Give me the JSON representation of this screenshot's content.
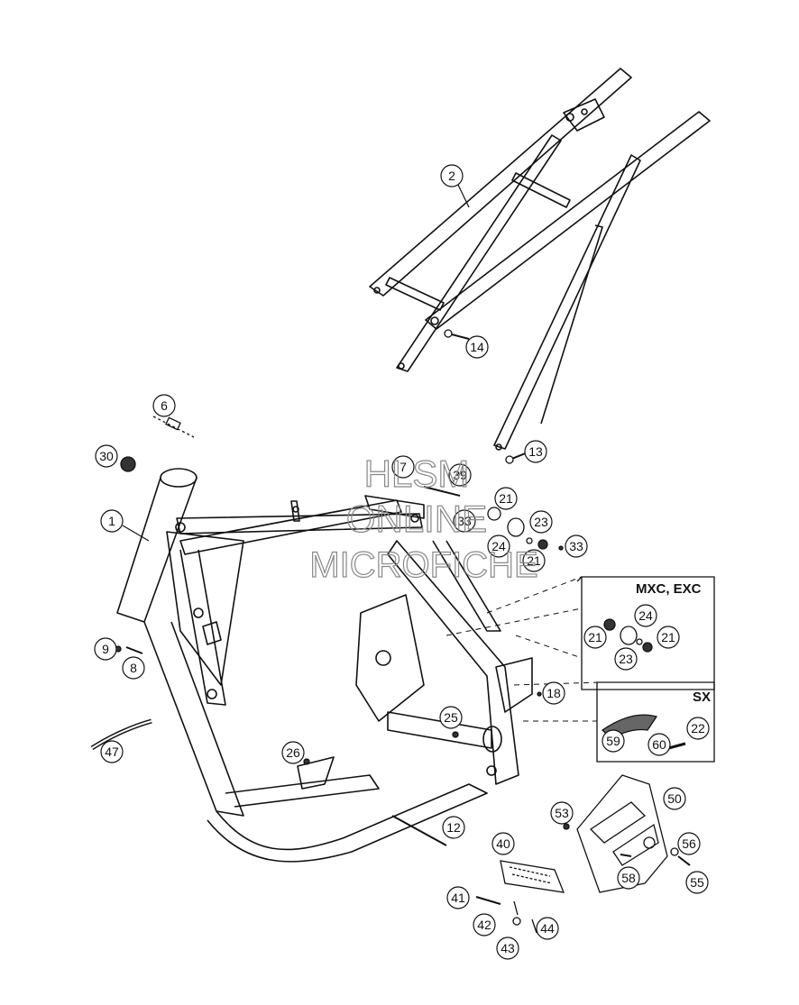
{
  "watermark": {
    "line1": "HLSM",
    "line2": "ONLINE",
    "line3": "MICROFICHE"
  },
  "boxes": {
    "mxc_exc_title": "MXC, EXC",
    "sx_title": "SX"
  },
  "callouts": {
    "c1": "1",
    "c2": "2",
    "c6": "6",
    "c7": "7",
    "c8": "8",
    "c9": "9",
    "c12": "12",
    "c13": "13",
    "c14": "14",
    "c18": "18",
    "c21a": "21",
    "c21b": "21",
    "c21c": "21",
    "c21d": "21",
    "c22": "22",
    "c23a": "23",
    "c23b": "23",
    "c24a": "24",
    "c24b": "24",
    "c25": "25",
    "c26": "26",
    "c30": "30",
    "c33a": "33",
    "c33b": "33",
    "c39": "39",
    "c40": "40",
    "c41": "41",
    "c42": "42",
    "c43": "43",
    "c44": "44",
    "c47": "47",
    "c50": "50",
    "c53": "53",
    "c55": "55",
    "c56": "56",
    "c58": "58",
    "c59": "59",
    "c60": "60"
  }
}
